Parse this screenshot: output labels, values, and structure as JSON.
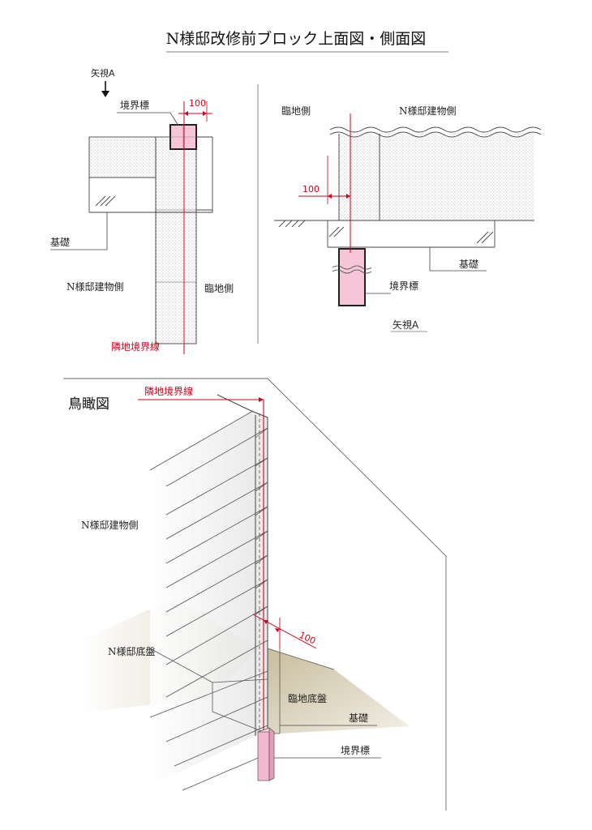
{
  "title": "N様邸改修前ブロック上面図・側面図",
  "colors": {
    "red": "#d0021b",
    "marker_fill": "#f6c6d8",
    "line": "#333333",
    "ground": "#c8bfa6"
  },
  "top_view": {
    "view_arrow_label": "矢視A",
    "marker_label": "境界標",
    "dimension": "100",
    "foundation_label": "基礎",
    "n_side_label": "N様邸建物側",
    "neighbor_side_label": "臨地側",
    "boundary_label": "隣地境界線"
  },
  "side_view": {
    "neighbor_side_label": "臨地側",
    "n_side_label": "N様邸建物側",
    "dimension": "100",
    "foundation_label": "基礎",
    "marker_label": "境界標",
    "view_label": "矢視A"
  },
  "birdseye": {
    "title": "鳥瞰図",
    "boundary_label": "隣地境界線",
    "n_side_label": "N様邸建物側",
    "dimension": "100",
    "n_ground_label": "N様邸底盤",
    "neighbor_ground_label": "臨地底盤",
    "foundation_label": "基礎",
    "marker_label": "境界標"
  }
}
